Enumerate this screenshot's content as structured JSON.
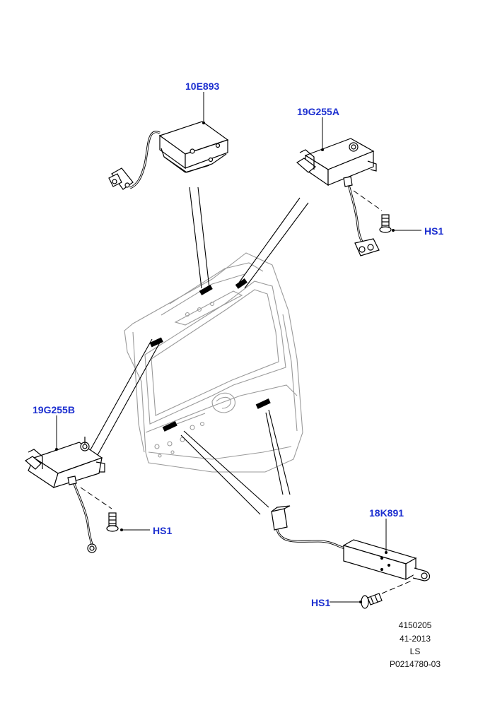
{
  "callouts": {
    "module_top": "10E893",
    "module_right": "19G255A",
    "module_left": "19G255B",
    "antenna": "18K891",
    "fastener_right": "HS1",
    "fastener_left": "HS1",
    "fastener_bottom": "HS1"
  },
  "footer": {
    "line1": "4150205",
    "line2": "41-2013",
    "line3": "LS",
    "line4": "P0214780-03"
  },
  "colors": {
    "callout": "#1c2fd0",
    "line": "#000000",
    "ghost": "#9a9a9a",
    "part_fill": "#ffffff"
  }
}
